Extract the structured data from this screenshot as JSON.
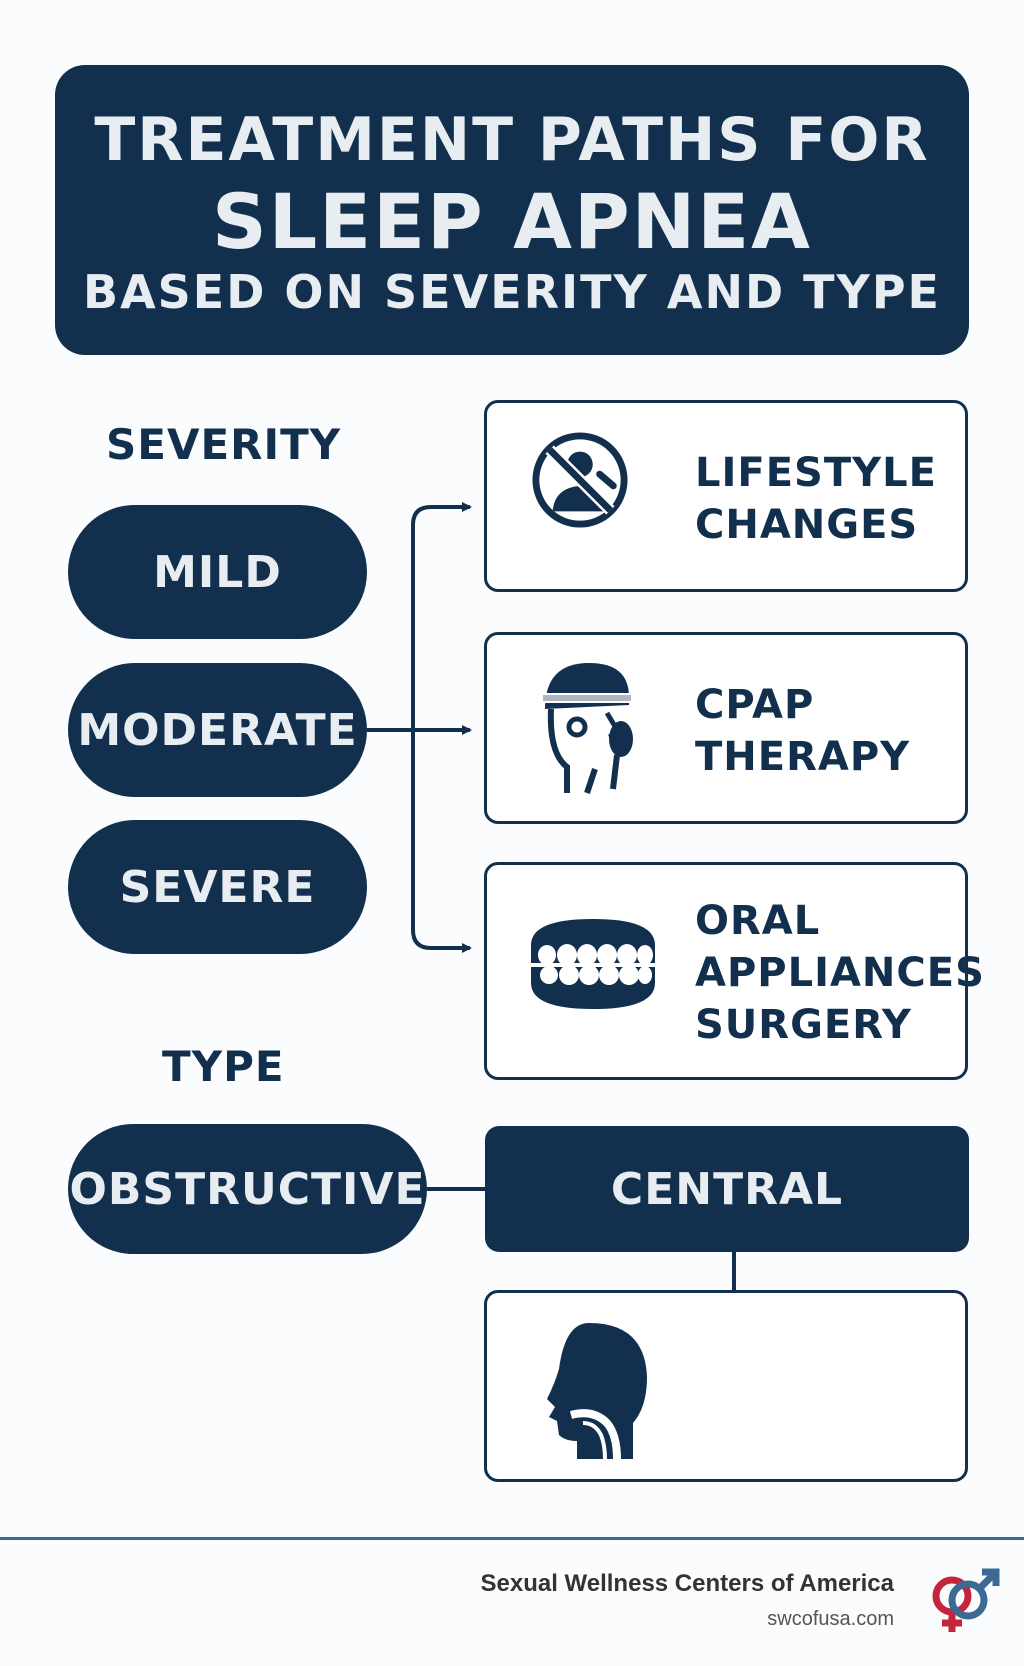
{
  "header": {
    "line1": "TREATMENT PATHS FOR",
    "line2": "SLEEP APNEA",
    "line3": "BASED ON SEVERITY AND TYPE"
  },
  "severity": {
    "label": "SEVERITY",
    "levels": [
      "MILD",
      "MODERATE",
      "SEVERE"
    ]
  },
  "treatments": [
    {
      "icon": "no-smoking-icon",
      "lines": [
        "LIFESTYLE",
        "CHANGES"
      ]
    },
    {
      "icon": "cpap-mask-icon",
      "lines": [
        "CPAP",
        "THERAPY"
      ]
    },
    {
      "icon": "dental-appliance-icon",
      "lines": [
        "ORAL",
        "APPLIANCES",
        "SURGERY"
      ]
    }
  ],
  "type": {
    "label": "TYPE",
    "obstructive": "OBSTRUCTIVE",
    "central": "CENTRAL",
    "central_icon": "head-airway-icon"
  },
  "footer": {
    "org": "Sexual Wellness Centers of America",
    "url": "swcofusa.com",
    "logo_icon": "gender-symbols-logo"
  },
  "colors": {
    "navy": "#12304d",
    "accent_red": "#c4253a",
    "accent_blue": "#3d6a95"
  }
}
